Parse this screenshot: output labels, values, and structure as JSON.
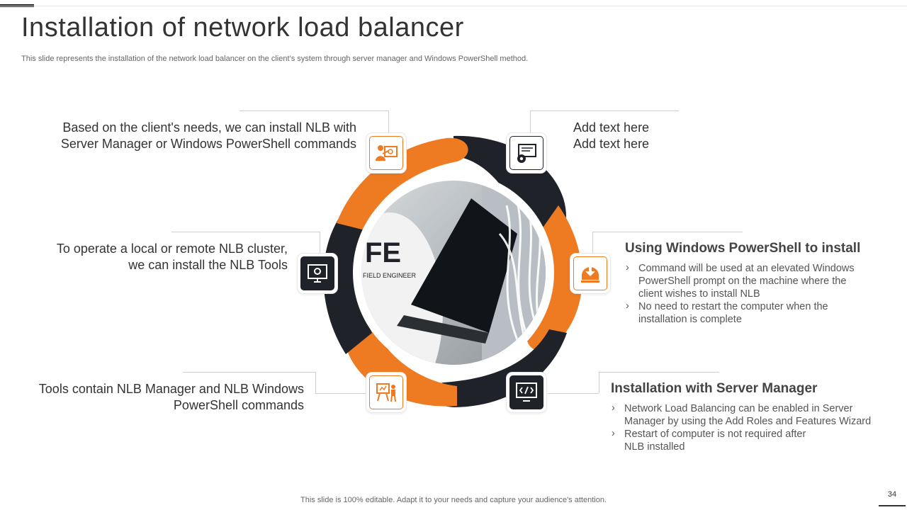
{
  "title": "Installation of network load balancer",
  "subtitle": "This slide represents the installation of the network load balancer on the client’s system through server manager and Windows PowerShell method.",
  "footer": "This slide is 100% editable. Adapt it to your needs and capture your audience's attention.",
  "page_number": "34",
  "colors": {
    "accent": "#EE7A22",
    "dark": "#1F2329"
  },
  "center_photo": {
    "shirt_text": "FE",
    "shirt_caption": "FIELD ENGINEER"
  },
  "left_items": [
    {
      "text": "Based on the client's needs, we can install NLB with Server Manager or Windows PowerShell commands",
      "icon": "presenter-screen-icon"
    },
    {
      "text": "To operate a local or remote NLB cluster, we can install the NLB Tools",
      "icon": "monitor-settings-icon"
    },
    {
      "text": "Tools contain NLB Manager and NLB Windows PowerShell commands",
      "icon": "presentation-board-icon"
    }
  ],
  "right_items": [
    {
      "line1": "Add text here",
      "line2": "Add text here",
      "icon": "monitor-gear-icon"
    },
    {
      "heading": "Using Windows PowerShell to install",
      "bullets": [
        "Command will be used at an elevated Windows PowerShell prompt on the machine where the client wishes to install NLB",
        "No need to restart the computer when the installation is complete"
      ],
      "icon": "download-install-icon"
    },
    {
      "heading": "Installation with Server Manager",
      "bullets": [
        "Network Load Balancing can be enabled in Server Manager by using the Add Roles and Features Wizard",
        "Restart of computer is not required after NLB installed"
      ],
      "icon": "code-monitor-icon"
    }
  ]
}
